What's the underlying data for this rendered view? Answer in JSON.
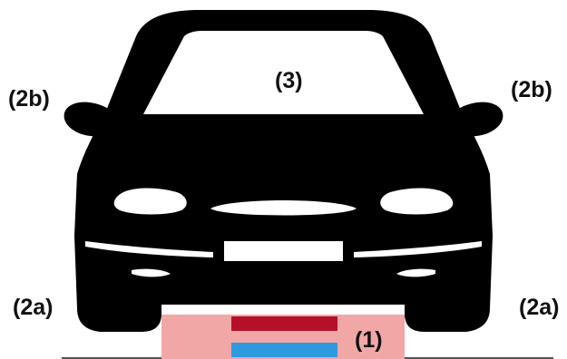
{
  "labels": {
    "roof": "(3)",
    "mirror_left": "(2b)",
    "mirror_right": "(2b)",
    "side_left": "(2a)",
    "side_right": "(2a)",
    "bumper": "(1)"
  },
  "colors": {
    "car_body": "#000000",
    "zone_background": "#f2a7a7",
    "zone_top_bar": "#b5102a",
    "zone_bottom_bar": "#2d9ae0",
    "ground_line": "#555555"
  },
  "icons": [
    "car-front-icon"
  ]
}
